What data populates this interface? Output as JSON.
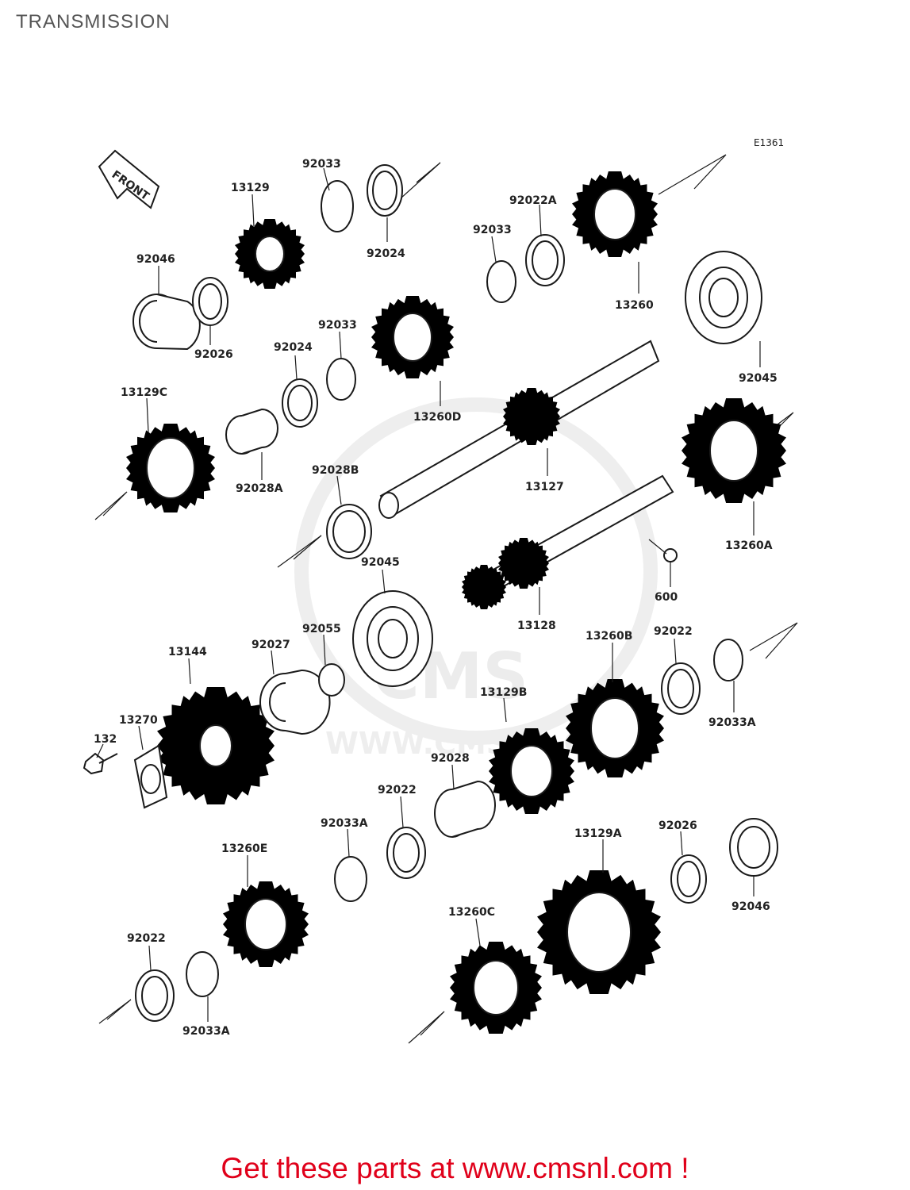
{
  "page": {
    "title": "TRANSMISSION"
  },
  "diagram": {
    "code": "E1361",
    "front_label": "FRONT",
    "watermark": {
      "big": "CMS",
      "small": "WWW.CMSNL.COM"
    },
    "labels": {
      "p92033_top": "92033",
      "p13129": "13129",
      "p92024_top": "92024",
      "p92022A": "92022A",
      "p92033_mid": "92033",
      "p13260": "13260",
      "p92046_top": "92046",
      "p92026_top": "92026",
      "p92033_b": "92033",
      "p92024_b": "92024",
      "p13260D": "13260D",
      "p92045_right": "92045",
      "p13129C": "13129C",
      "p92028A": "92028A",
      "p92028B": "92028B",
      "p13127": "13127",
      "p13260A": "13260A",
      "p600": "600",
      "p92045_mid": "92045",
      "p13128": "13128",
      "p13144": "13144",
      "p92027": "92027",
      "p92055": "92055",
      "p13260B": "13260B",
      "p92022_right": "92022",
      "p92033A_right": "92033A",
      "p13129B": "13129B",
      "p13270": "13270",
      "p132": "132",
      "p92028": "92028",
      "p92022_mid": "92022",
      "p92033A_mid": "92033A",
      "p13260E": "13260E",
      "p13129A": "13129A",
      "p92026_bottom": "92026",
      "p92046_bottom": "92046",
      "p13260C": "13260C",
      "p92022_bottom": "92022",
      "p92033A_bottom": "92033A"
    }
  },
  "footer": {
    "link_text": "Get these parts at www.cmsnl.com !"
  },
  "colors": {
    "link": "#e0001a",
    "line": "#1a1a1a",
    "title": "#555555"
  }
}
